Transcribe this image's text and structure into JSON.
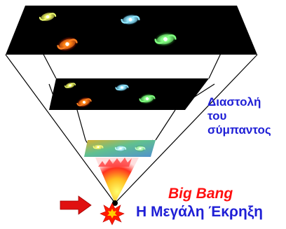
{
  "labels": {
    "expansion_line1": "Διαστολή",
    "expansion_line2": "του",
    "expansion_line3": "σύμπαντος",
    "big_bang": "Big Bang",
    "big_bang_greek": "Η Μεγάλη Έκρηξη"
  },
  "colors": {
    "expansion_text": "#1f1fd6",
    "big_bang_text": "#ff1010",
    "arrow": "#e01010",
    "panel": "#000000",
    "outline": "#000000"
  },
  "icons": {
    "arrow": "right-arrow-icon",
    "explosion": "explosion-icon",
    "galaxy": "spiral-galaxy-icon",
    "singularity": "singularity-dot-icon"
  }
}
